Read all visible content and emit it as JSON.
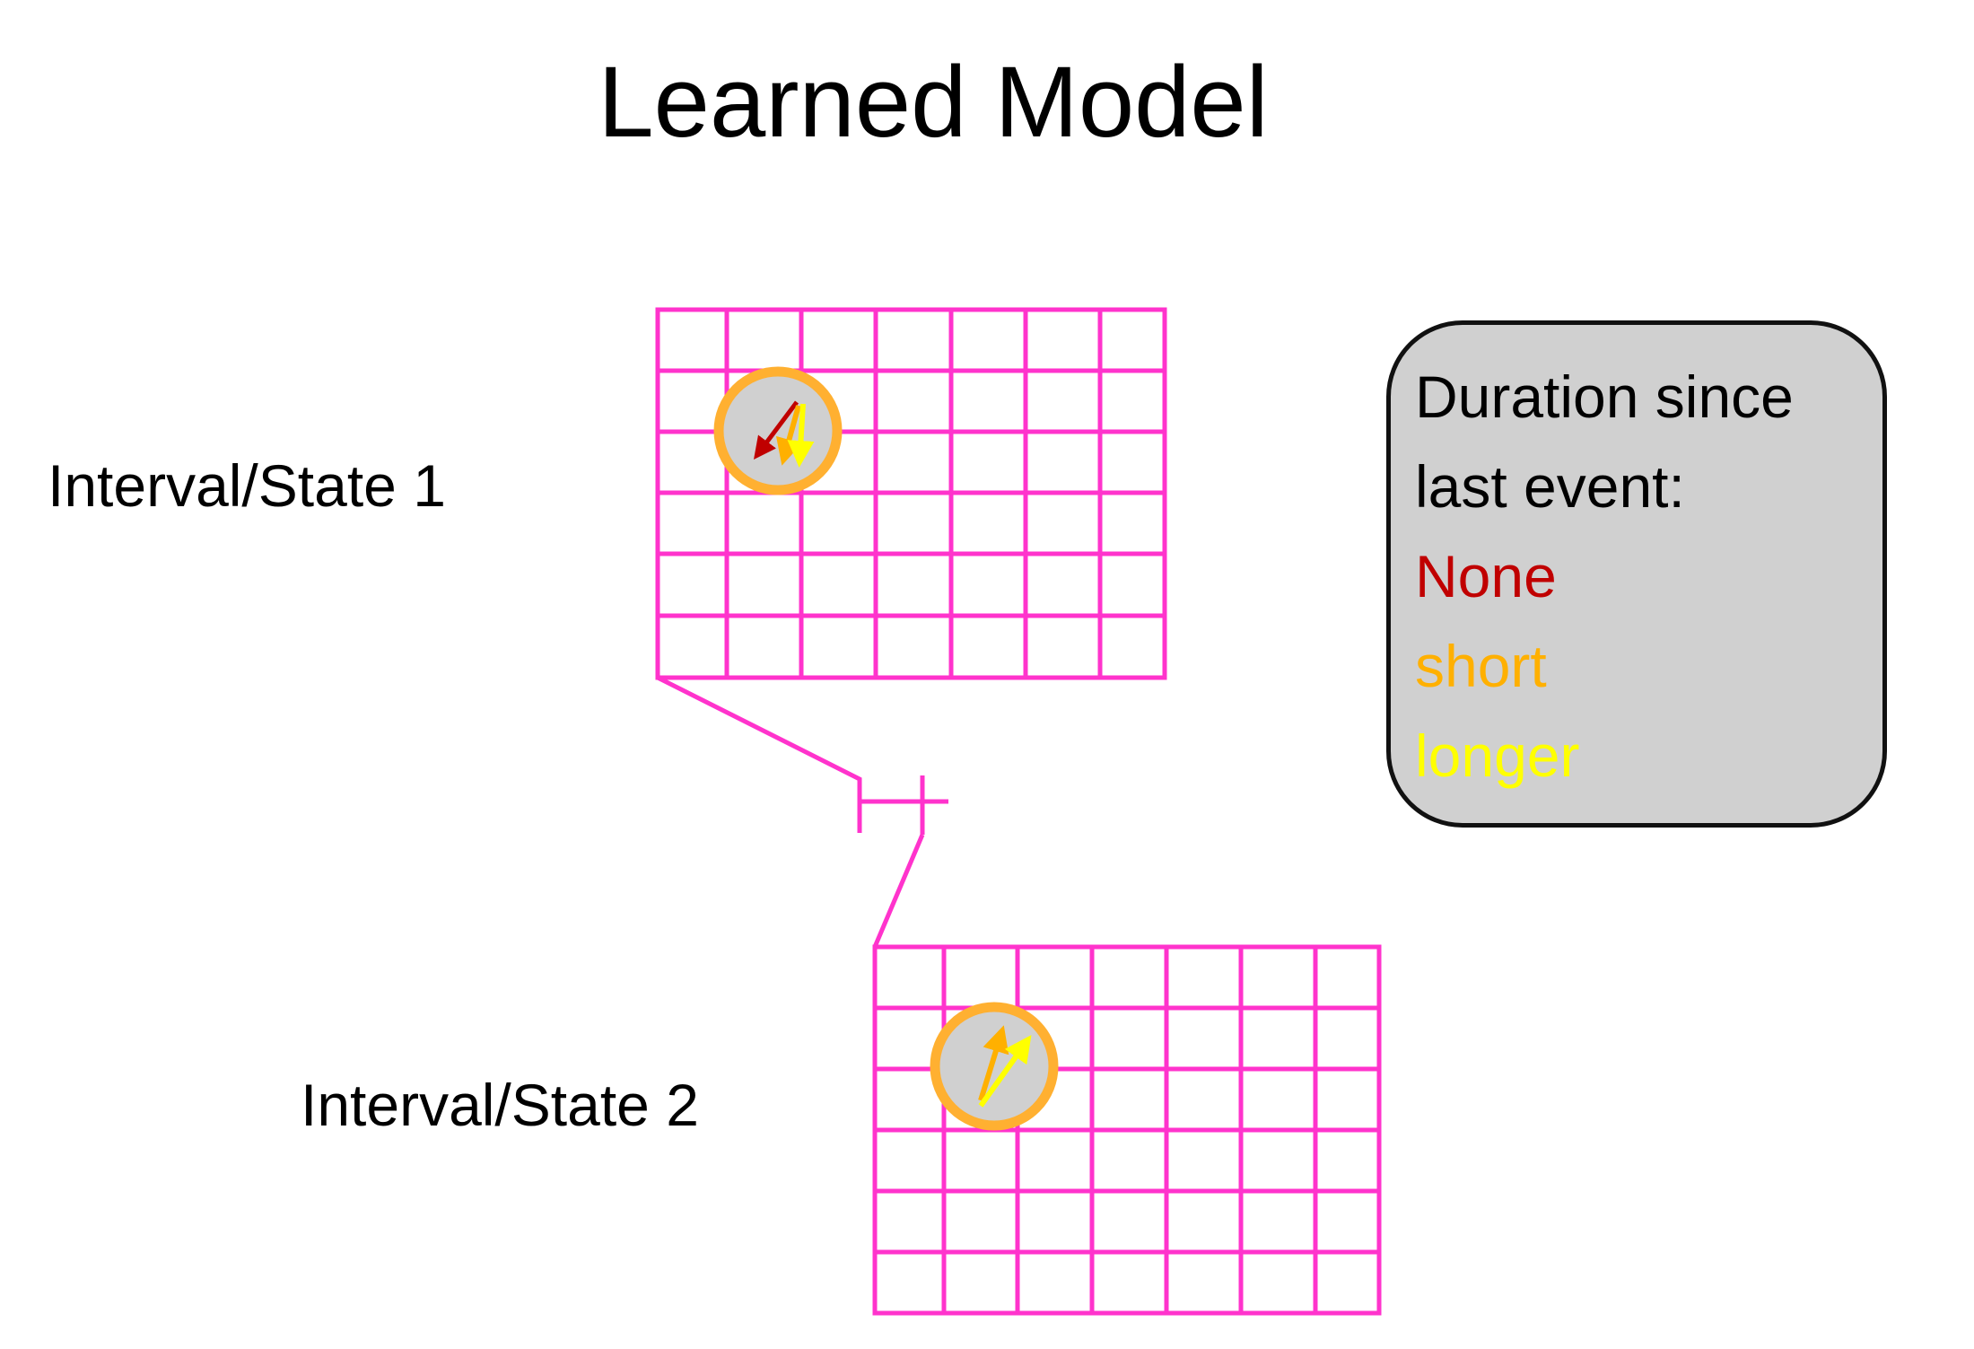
{
  "title": "Learned Model",
  "states": [
    {
      "label": "Interval/State 1"
    },
    {
      "label": "Interval/State 2"
    }
  ],
  "legend": {
    "heading_line1": "Duration since",
    "heading_line2": "last event:",
    "items": [
      {
        "label": "None",
        "color": "#c00000"
      },
      {
        "label": "short",
        "color": "#ffb000"
      },
      {
        "label": "longer",
        "color": "#ffff00"
      }
    ]
  },
  "colors": {
    "grid": "#ff33cc",
    "marker_ring": "#ffb031",
    "marker_fill": "#d0d0d0",
    "legend_bg": "#d0d0d0"
  }
}
